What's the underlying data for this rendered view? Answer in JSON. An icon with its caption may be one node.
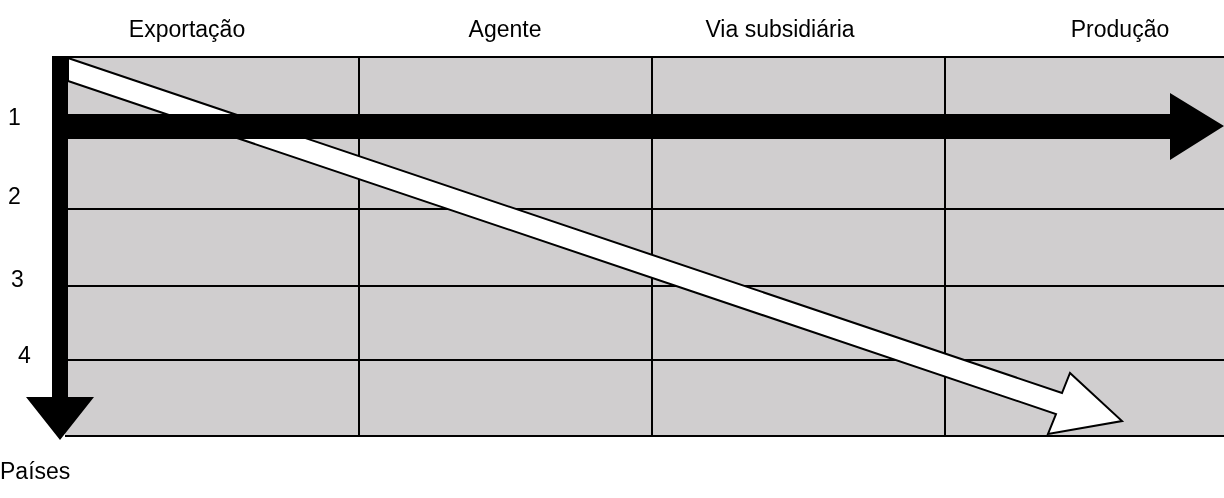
{
  "diagram": {
    "labels": [
      "Exportação",
      "Agente",
      "Via subsidiária",
      "Produção",
      "1",
      "2",
      "3",
      "4",
      "Países"
    ]
  }
}
